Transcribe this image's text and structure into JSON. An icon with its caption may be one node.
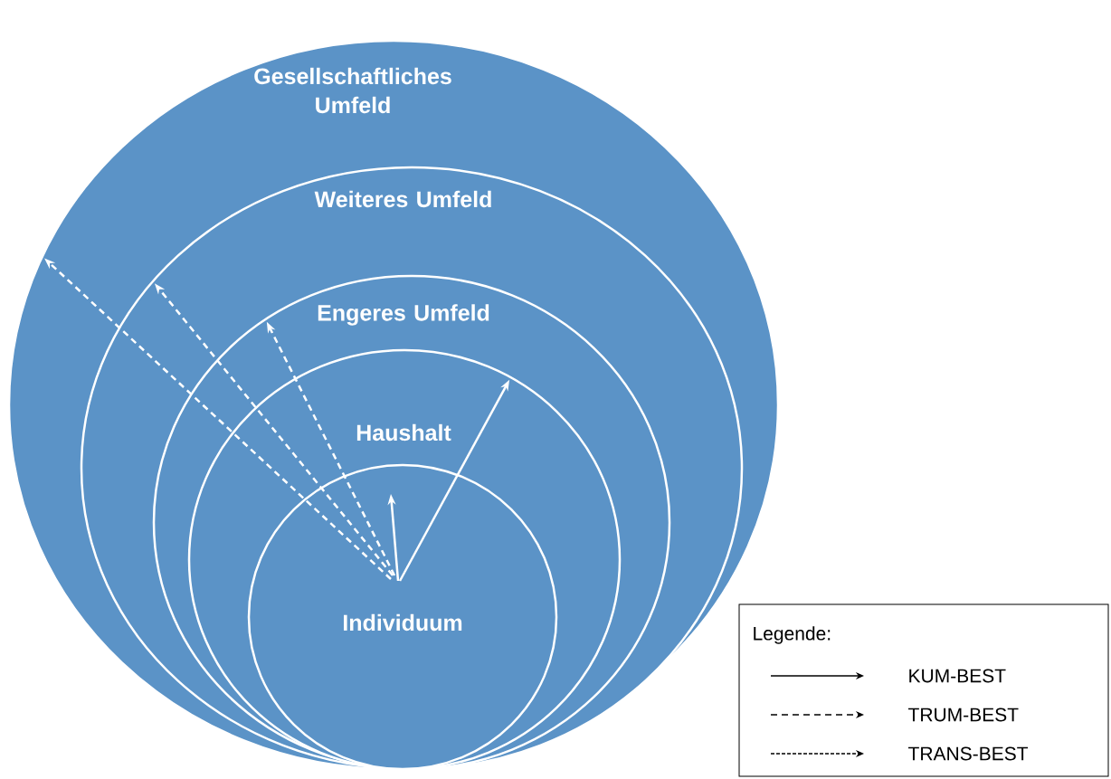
{
  "diagram": {
    "nodes": [
      {
        "text": [
          "Gesellschaftliches Umfeld"
        ]
      },
      {
        "text": [
          "Weiteres Umfeld"
        ],
        "in": 0
      },
      {
        "text": [
          "Engeres Umfeld"
        ],
        "in": 1
      },
      {
        "text": [
          "Haushalt"
        ],
        "in": 2
      },
      {
        "text": [
          "Individuum"
        ],
        "in": 3
      }
    ],
    "edges": [
      {
        "from": 4,
        "to": null,
        "arrow": "to"
      },
      {
        "from": 4,
        "to": 3,
        "arrow": "to"
      },
      {
        "from": 4,
        "to": 2,
        "arrow": "to",
        "style": "dashed"
      },
      {
        "from": 4,
        "to": 1,
        "arrow": "to",
        "style": "dashed"
      },
      {
        "from": 4,
        "to": 0,
        "arrow": "to",
        "style": "dashed"
      }
    ],
    "labels": [
      "Legende:"
    ],
    "legend": [
      {
        "text": "KUM-BEST"
      },
      {
        "text": "TRUM-BEST"
      },
      {
        "text": "TRANS-BEST"
      }
    ]
  }
}
